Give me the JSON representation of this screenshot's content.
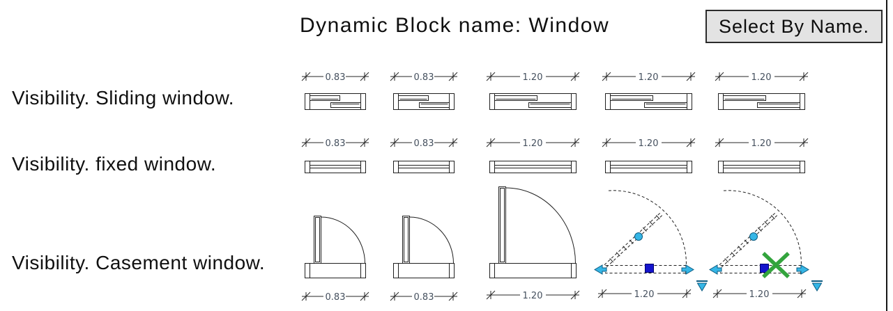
{
  "title": "Dynamic Block name: Window",
  "select_button": {
    "label": "Select By Name."
  },
  "rows": [
    {
      "label": "Visibility. Sliding window.",
      "type": "sliding-window",
      "dims": [
        "0.83",
        "0.83",
        "1.20",
        "1.20",
        "1.20"
      ]
    },
    {
      "label": "Visibility. fixed window.",
      "type": "fixed-window",
      "dims": [
        "0.83",
        "0.83",
        "1.20",
        "1.20",
        "1.20"
      ]
    },
    {
      "label": "Visibility. Casement window.",
      "type": "casement-window",
      "dims": [
        "0.83",
        "0.83",
        "1.20",
        "1.20",
        "1.20"
      ]
    }
  ],
  "colors": {
    "grip_cyan": "#35b6e6",
    "grip_blue": "#1414cc",
    "marker_green": "#33a43d",
    "dimension_text": "#45505e",
    "line": "#1f1f1f",
    "button_bg": "#e3e3e3"
  }
}
